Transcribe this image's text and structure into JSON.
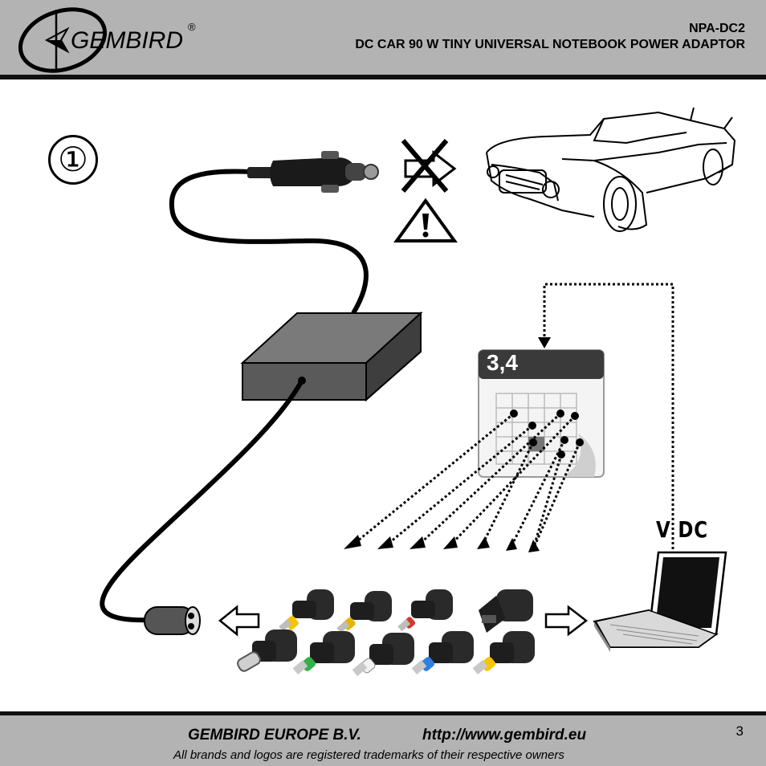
{
  "header": {
    "brand": "GEMBIRD",
    "registered_mark": "®",
    "model": "NPA-DC2",
    "product_title": "DC CAR 90 W TINY UNIVERSAL NOTEBOOK POWER ADAPTOR"
  },
  "diagram": {
    "step_marker": "①",
    "calendar_label": "3,4",
    "voltage_label": "V DC",
    "tips": [
      {
        "collar": "#f4c400"
      },
      {
        "collar": "#e6b400"
      },
      {
        "collar": "#d23a2a"
      },
      {
        "collar": "#222222"
      },
      {
        "collar": "#cfcfcf"
      },
      {
        "collar": "#32b04a"
      },
      {
        "collar": "#f2f2f2"
      },
      {
        "collar": "#2f7fe0"
      },
      {
        "collar": "#f6c600"
      }
    ]
  },
  "footer": {
    "company": "GEMBIRD EUROPE B.V.",
    "url": "http://www.gembird.eu",
    "trademark_note": "All brands and logos are registered trademarks of their respective owners",
    "page_number": "3"
  }
}
